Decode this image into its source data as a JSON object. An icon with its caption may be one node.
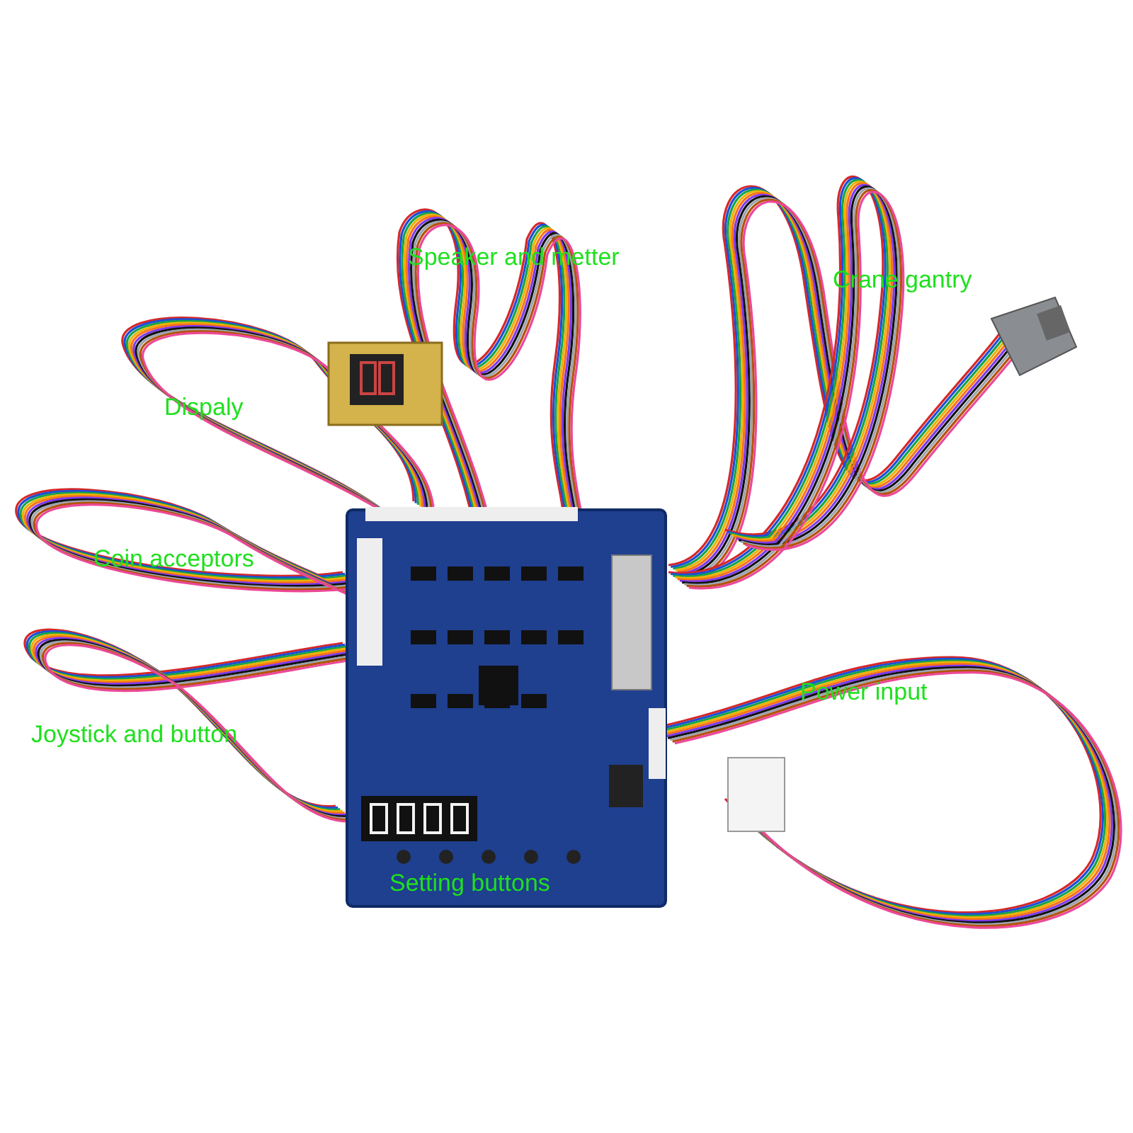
{
  "diagram": {
    "labels": [
      "Speaker and metter",
      "Crane gantry",
      "Dispaly",
      "Coin acceptors",
      "Power input",
      "Joystick and button",
      "Setting buttons"
    ]
  }
}
